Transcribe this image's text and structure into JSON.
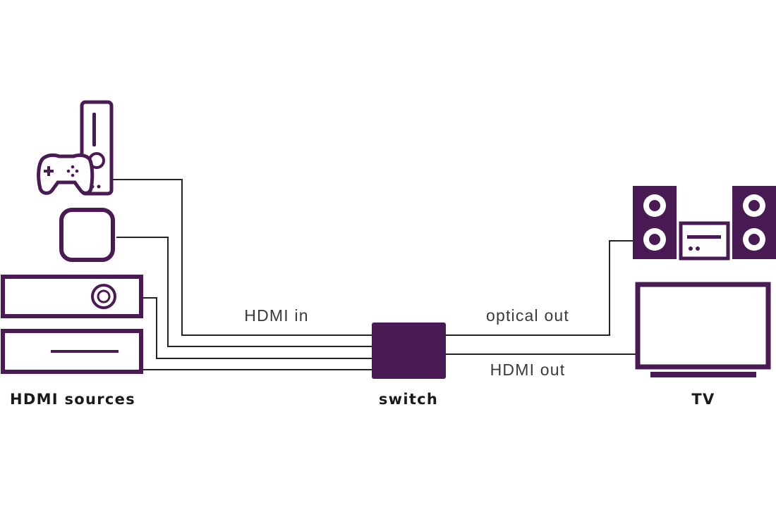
{
  "labels": {
    "hdmi_in": "HDMI in",
    "optical_out": "optical out",
    "hdmi_out": "HDMI out",
    "sources": "HDMI sources",
    "switch": "switch",
    "tv": "TV"
  },
  "colors": {
    "device": "#4a1a55",
    "wire": "#222222",
    "background": "#ffffff"
  },
  "icons": [
    "game-console-icon",
    "gamepad-icon",
    "streaming-box-icon",
    "bluray-player-icon",
    "cable-box-icon",
    "switch-box-icon",
    "stereo-system-icon",
    "tv-icon"
  ]
}
